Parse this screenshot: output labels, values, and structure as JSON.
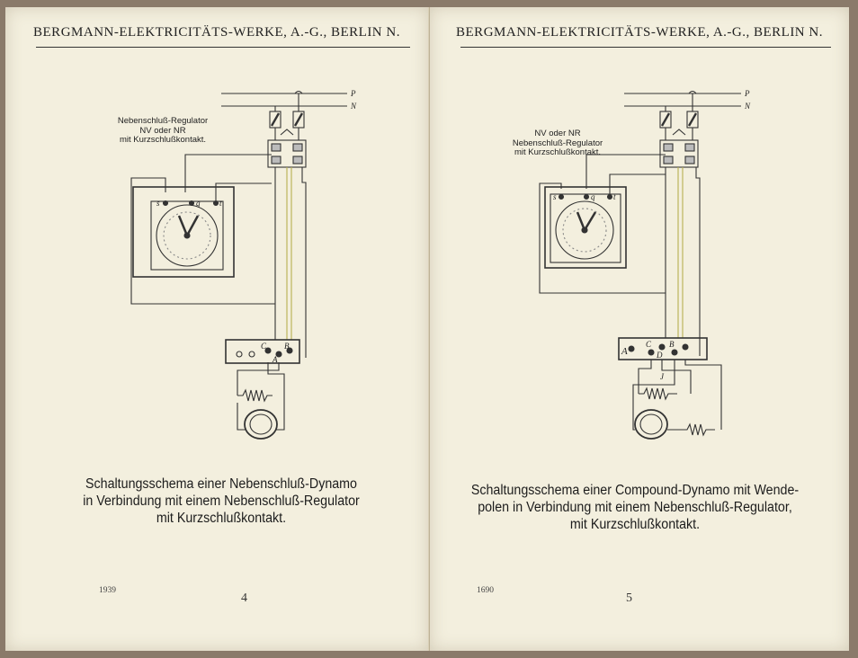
{
  "left_page": {
    "header": "BERGMANN-ELEKTRICITÄTS-WERKE, A.-G., BERLIN N.",
    "regulator_label": [
      "Nebenschluß-Regulator",
      "NV oder NR",
      "mit Kurzschlußkontakt."
    ],
    "line_labels": [
      "P",
      "N"
    ],
    "dial_labels": [
      "s",
      "q",
      "t"
    ],
    "terminal_labels": [
      "C",
      "B",
      "A"
    ],
    "caption": [
      "Schaltungsschema einer Nebenschluß-Dynamo",
      "in Verbindung mit einem Nebenschluß-Regulator",
      "mit Kurzschlußkontakt."
    ],
    "page_mark": "1939",
    "page_number": "4"
  },
  "right_page": {
    "header": "BERGMANN-ELEKTRICITÄTS-WERKE, A.-G., BERLIN N.",
    "regulator_label": [
      "NV oder NR",
      "Nebenschluß-Regulator",
      "mit Kurzschlußkontakt."
    ],
    "line_labels": [
      "P",
      "N"
    ],
    "dial_labels": [
      "s",
      "q",
      "t"
    ],
    "terminal_labels": [
      "A",
      "C",
      "D",
      "B",
      "J"
    ],
    "caption": [
      "Schaltungsschema einer Compound-Dynamo mit Wende-",
      "polen in Verbindung mit einem Nebenschluß-Regulator,",
      "mit Kurzschlußkontakt."
    ],
    "page_mark": "1690",
    "page_number": "5"
  }
}
